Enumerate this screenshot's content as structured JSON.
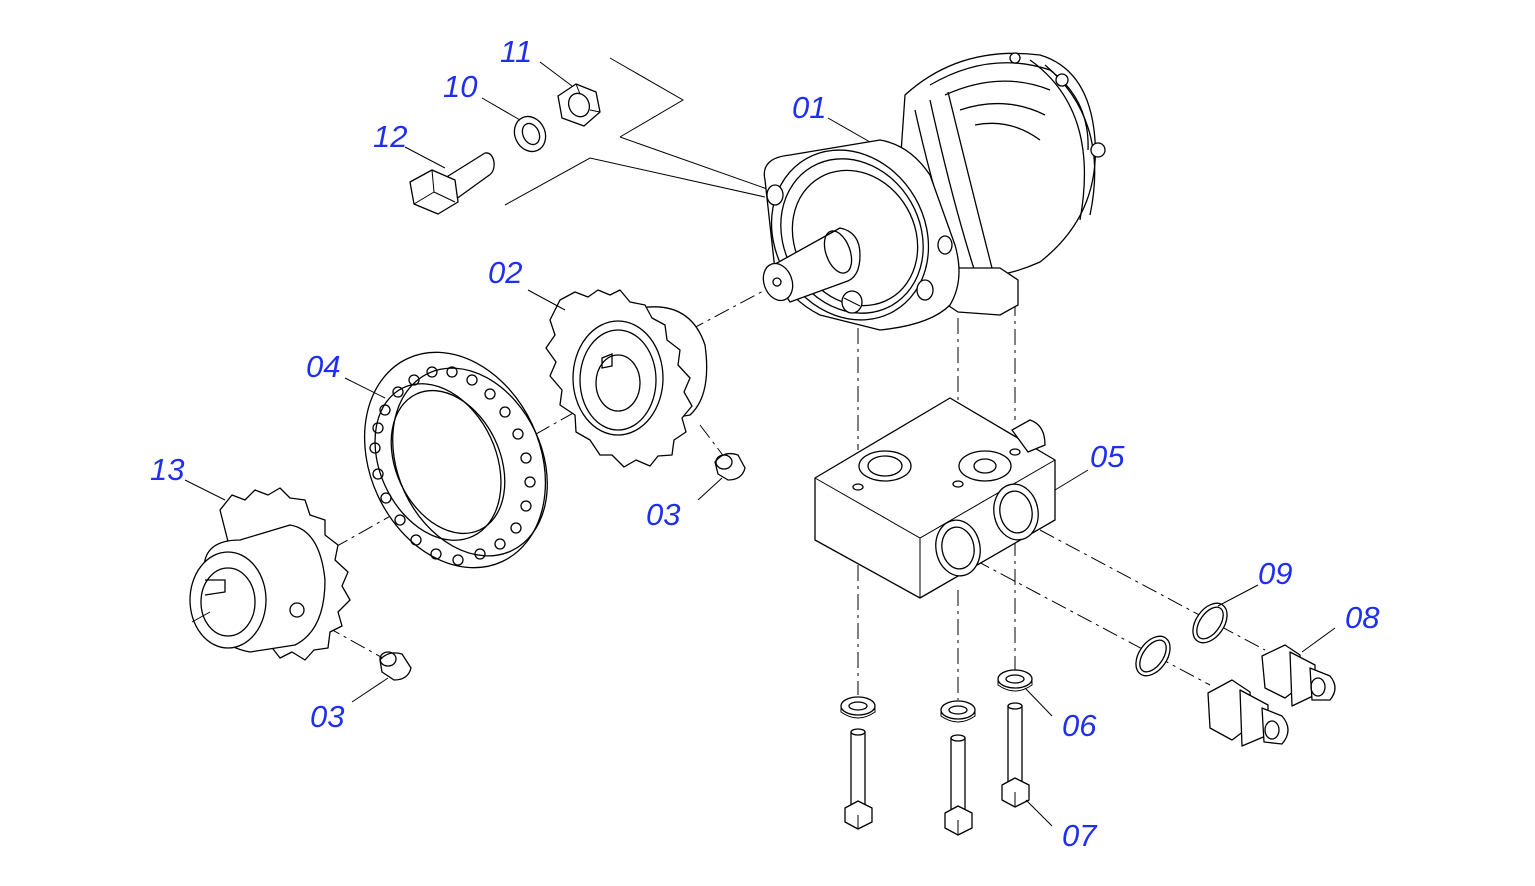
{
  "callouts": {
    "p01": "01",
    "p02": "02",
    "p03a": "03",
    "p03b": "03",
    "p04": "04",
    "p05": "05",
    "p06": "06",
    "p07": "07",
    "p08": "08",
    "p09": "09",
    "p10": "10",
    "p11": "11",
    "p12": "12",
    "p13": "13"
  },
  "colors": {
    "label": "#1f2ff0",
    "line": "#000000",
    "background": "#ffffff"
  }
}
